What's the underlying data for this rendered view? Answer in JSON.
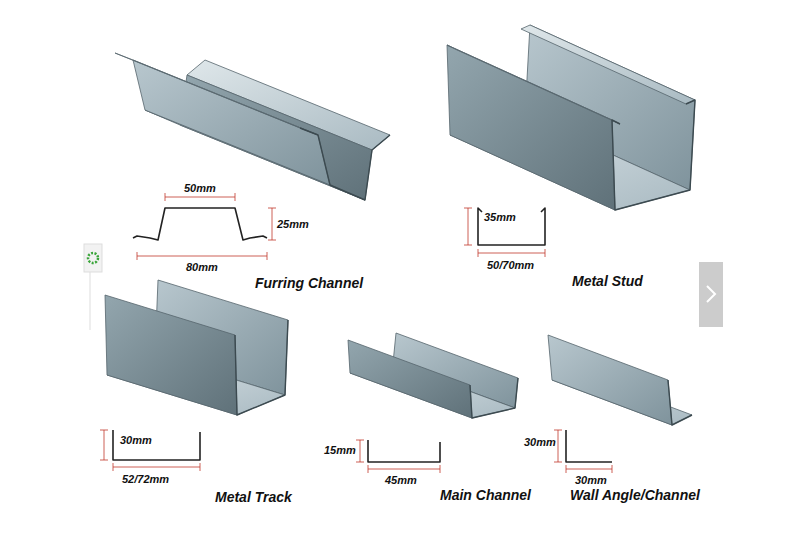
{
  "diagram": {
    "labels": [
      "50mm",
      "25mm",
      "80mm",
      "Furring Channel",
      "35mm",
      "50/70mm",
      "Metal Stud",
      "30mm",
      "52/72mm",
      "Metal Track",
      "15mm",
      "45mm",
      "Main Channel",
      "30mm",
      "30mm",
      "Wall Angle/Channel"
    ]
  }
}
